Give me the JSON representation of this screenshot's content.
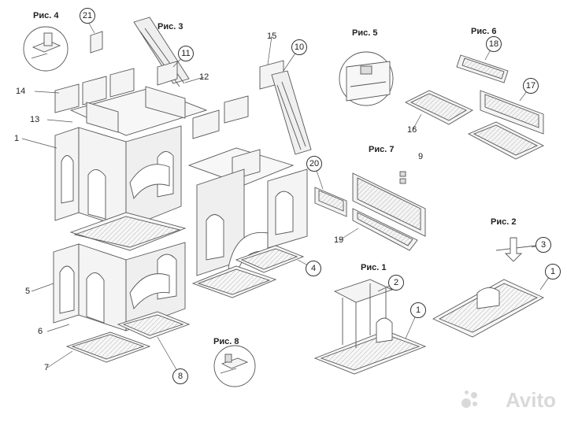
{
  "figures": {
    "fig1": "Рис. 1",
    "fig2": "Рис. 2",
    "fig3": "Рис. 3",
    "fig4": "Рис. 4",
    "fig5": "Рис. 5",
    "fig6": "Рис. 6",
    "fig7": "Рис. 7",
    "fig8": "Рис. 8"
  },
  "part_numbers": {
    "p1": "1",
    "p2": "2",
    "p3": "3",
    "p4": "4",
    "p5": "5",
    "p6": "6",
    "p7": "7",
    "p8": "8",
    "p9": "9",
    "p10": "10",
    "p11": "11",
    "p12": "12",
    "p13": "13",
    "p14": "14",
    "p15": "15",
    "p16": "16",
    "p17": "17",
    "p18": "18",
    "p19": "19",
    "p20": "20",
    "p21": "21"
  },
  "watermark": {
    "text": "Avito"
  },
  "colors": {
    "line": "#555555",
    "panel_fill": "#f4f4f4",
    "panel_fill_dark": "#e2e2e2",
    "background": "#ffffff"
  }
}
